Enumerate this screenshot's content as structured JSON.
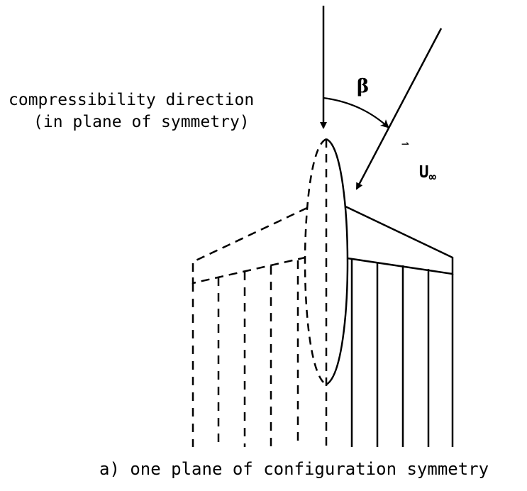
{
  "diagram": {
    "label_compressibility_line1": "compressibility direction",
    "label_compressibility_line2": "(in plane of symmetry)",
    "label_angle": "β",
    "label_velocity_main": "U",
    "label_velocity_sub": "∞",
    "caption": "a) one plane of configuration symmetry",
    "stroke_color": "#000000",
    "background_color": "#ffffff"
  }
}
